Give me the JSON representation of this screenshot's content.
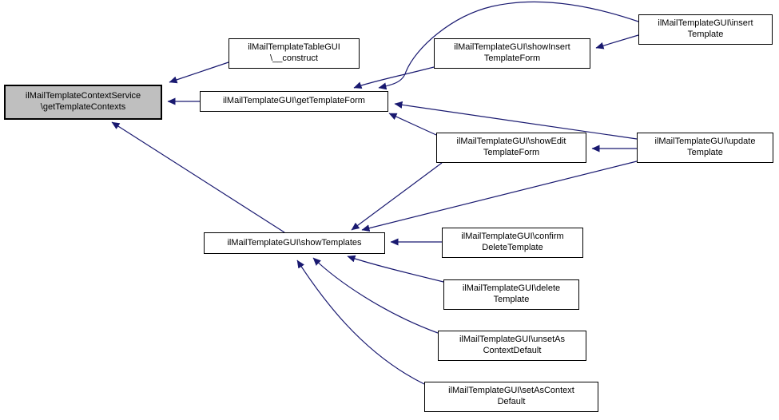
{
  "colors": {
    "edge": "#191970",
    "node_fill": "#ffffff",
    "root_fill": "#bfbfbf",
    "node_border": "#000000"
  },
  "nodes": [
    {
      "id": "getTemplateContexts",
      "line1": "ilMailTemplateContextService",
      "line2": "\\getTemplateContexts"
    },
    {
      "id": "tableConstruct",
      "line1": "ilMailTemplateTableGUI",
      "line2": "\\__construct"
    },
    {
      "id": "getTemplateForm",
      "line1": "ilMailTemplateGUI\\getTemplateForm",
      "line2": ""
    },
    {
      "id": "showInsertTemplateForm",
      "line1": "ilMailTemplateGUI\\showInsert",
      "line2": "TemplateForm"
    },
    {
      "id": "insertTemplate",
      "line1": "ilMailTemplateGUI\\insert",
      "line2": "Template"
    },
    {
      "id": "showEditTemplateForm",
      "line1": "ilMailTemplateGUI\\showEdit",
      "line2": "TemplateForm"
    },
    {
      "id": "updateTemplate",
      "line1": "ilMailTemplateGUI\\update",
      "line2": "Template"
    },
    {
      "id": "showTemplates",
      "line1": "ilMailTemplateGUI\\showTemplates",
      "line2": ""
    },
    {
      "id": "confirmDeleteTemplate",
      "line1": "ilMailTemplateGUI\\confirm",
      "line2": "DeleteTemplate"
    },
    {
      "id": "deleteTemplate",
      "line1": "ilMailTemplateGUI\\delete",
      "line2": "Template"
    },
    {
      "id": "unsetAsContextDefault",
      "line1": "ilMailTemplateGUI\\unsetAs",
      "line2": "ContextDefault"
    },
    {
      "id": "setAsContextDefault",
      "line1": "ilMailTemplateGUI\\setAsContext",
      "line2": "Default"
    }
  ],
  "edges": [
    {
      "from": "ilMailTemplateTableGUI\\__construct",
      "to": "ilMailTemplateContextService\\getTemplateContexts"
    },
    {
      "from": "ilMailTemplateGUI\\getTemplateForm",
      "to": "ilMailTemplateContextService\\getTemplateContexts"
    },
    {
      "from": "ilMailTemplateGUI\\showTemplates",
      "to": "ilMailTemplateContextService\\getTemplateContexts"
    },
    {
      "from": "ilMailTemplateGUI\\showInsertTemplateForm",
      "to": "ilMailTemplateGUI\\getTemplateForm"
    },
    {
      "from": "ilMailTemplateGUI\\insertTemplate",
      "to": "ilMailTemplateGUI\\getTemplateForm"
    },
    {
      "from": "ilMailTemplateGUI\\insertTemplate",
      "to": "ilMailTemplateGUI\\showInsertTemplateForm"
    },
    {
      "from": "ilMailTemplateGUI\\showEditTemplateForm",
      "to": "ilMailTemplateGUI\\getTemplateForm"
    },
    {
      "from": "ilMailTemplateGUI\\updateTemplate",
      "to": "ilMailTemplateGUI\\getTemplateForm"
    },
    {
      "from": "ilMailTemplateGUI\\updateTemplate",
      "to": "ilMailTemplateGUI\\showEditTemplateForm"
    },
    {
      "from": "ilMailTemplateGUI\\showEditTemplateForm",
      "to": "ilMailTemplateGUI\\showTemplates"
    },
    {
      "from": "ilMailTemplateGUI\\updateTemplate",
      "to": "ilMailTemplateGUI\\showTemplates"
    },
    {
      "from": "ilMailTemplateGUI\\confirmDeleteTemplate",
      "to": "ilMailTemplateGUI\\showTemplates"
    },
    {
      "from": "ilMailTemplateGUI\\deleteTemplate",
      "to": "ilMailTemplateGUI\\showTemplates"
    },
    {
      "from": "ilMailTemplateGUI\\unsetAsContextDefault",
      "to": "ilMailTemplateGUI\\showTemplates"
    },
    {
      "from": "ilMailTemplateGUI\\setAsContextDefault",
      "to": "ilMailTemplateGUI\\showTemplates"
    }
  ]
}
